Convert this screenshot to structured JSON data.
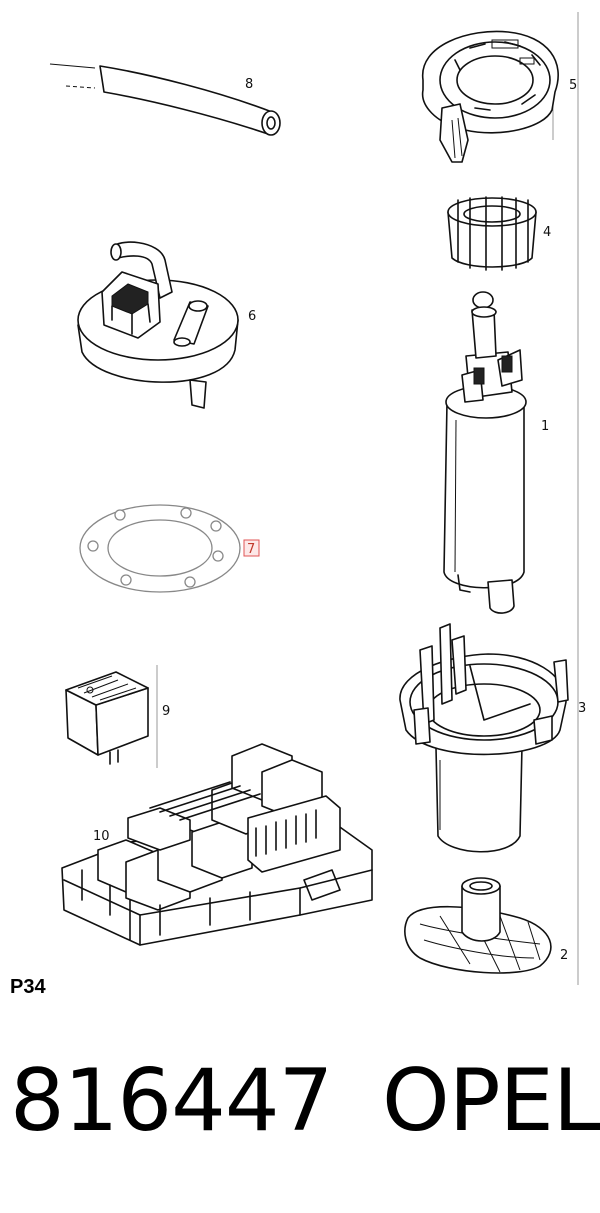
{
  "diagram": {
    "page_code": "P34",
    "part_number": "816447",
    "brand": "OPEL",
    "callouts": {
      "c1": "1",
      "c2": "2",
      "c3": "3",
      "c4": "4",
      "c5": "5",
      "c6": "6",
      "c7": "7",
      "c8": "8",
      "c9": "9",
      "c10": "10"
    },
    "highlight_color": "#e05555"
  }
}
